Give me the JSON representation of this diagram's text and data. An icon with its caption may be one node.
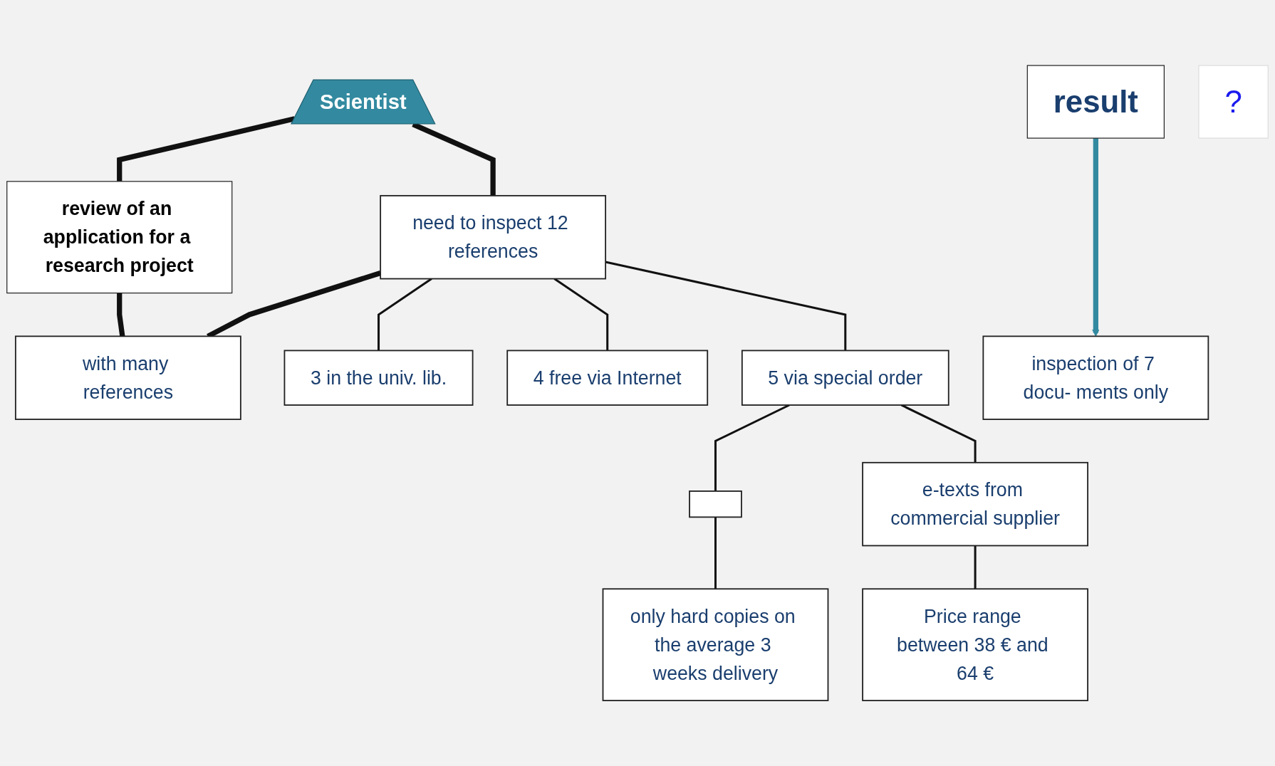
{
  "diagram": {
    "nodes": [
      {
        "text": [
          "Scientist"
        ]
      },
      {
        "text": [
          "review of an application for a research project"
        ]
      },
      {
        "text": [
          "need to inspect 12 references"
        ]
      },
      {
        "text": [
          "with many references"
        ]
      },
      {
        "text": [
          "3 in the univ. lib."
        ]
      },
      {
        "text": [
          "4 free via Internet"
        ]
      },
      {
        "text": [
          "5 via special order"
        ]
      },
      {
        "text": [
          "result"
        ]
      },
      {
        "text": [
          "inspection of 7 docu- ments only"
        ]
      },
      {
        "text": [],
        "shape": "box"
      },
      {
        "text": [
          "e-texts from commercial supplier"
        ]
      },
      {
        "text": [
          "only hard copies on the average 3 weeks delivery"
        ]
      },
      {
        "text": [
          "Price range between 38 € and 64 €"
        ]
      },
      {
        "text": [
          "?"
        ]
      }
    ],
    "edges": [
      {
        "from": 0,
        "to": 1,
        "arrow": "none",
        "style": "thick"
      },
      {
        "from": 0,
        "to": 2,
        "arrow": "none",
        "style": "thick"
      },
      {
        "from": 1,
        "to": 3,
        "arrow": "none",
        "style": "thick"
      },
      {
        "from": 2,
        "to": 3,
        "arrow": "none",
        "style": "thick"
      },
      {
        "from": 2,
        "to": 4,
        "arrow": "none"
      },
      {
        "from": 2,
        "to": 5,
        "arrow": "none"
      },
      {
        "from": 2,
        "to": 6,
        "arrow": "none"
      },
      {
        "from": 6,
        "to": 9,
        "arrow": "none"
      },
      {
        "from": 6,
        "to": 10,
        "arrow": "none"
      },
      {
        "from": 9,
        "to": 11,
        "arrow": "none"
      },
      {
        "from": 10,
        "to": 12,
        "arrow": "none"
      },
      {
        "from": 7,
        "to": 8,
        "arrow": "to",
        "style": "thick",
        "color": "#338aa0"
      }
    ]
  }
}
